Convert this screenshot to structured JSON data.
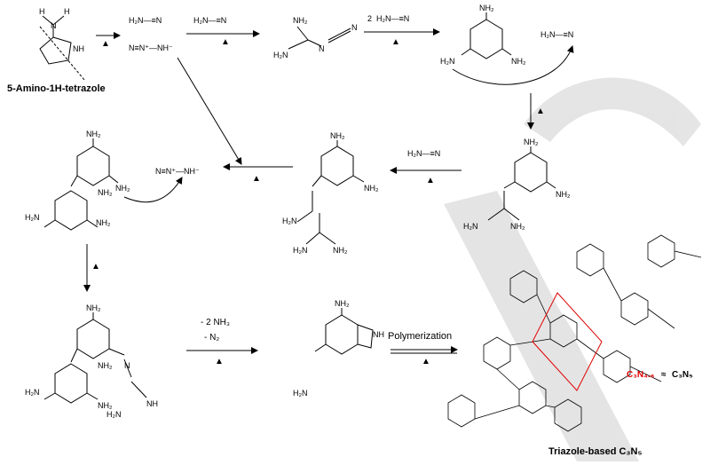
{
  "labels": {
    "start_compound": "5-Amino-1H-tetrazole",
    "polymerization": "Polymerization",
    "elim_nh3": "- 2 NH₃",
    "elim_n2": "- N₂",
    "product": "Triazole-based C₃N₅",
    "formula_measured": "C₃N₄.₈",
    "approx": "≈",
    "formula_ideal": "C₃N₅",
    "two_cyanamide": "2",
    "heat": "▲"
  },
  "chemistry": {
    "cyanamide": "H₂N—≡N",
    "hydrazoic": "N≡N⁺—NH⁻",
    "nh2": "NH₂",
    "h2n": "H₂N",
    "n": "N",
    "nh": "NH",
    "h": "H"
  },
  "colors": {
    "ink": "#000000",
    "accent": "#e00000",
    "watermark": "#d9d9d9"
  }
}
